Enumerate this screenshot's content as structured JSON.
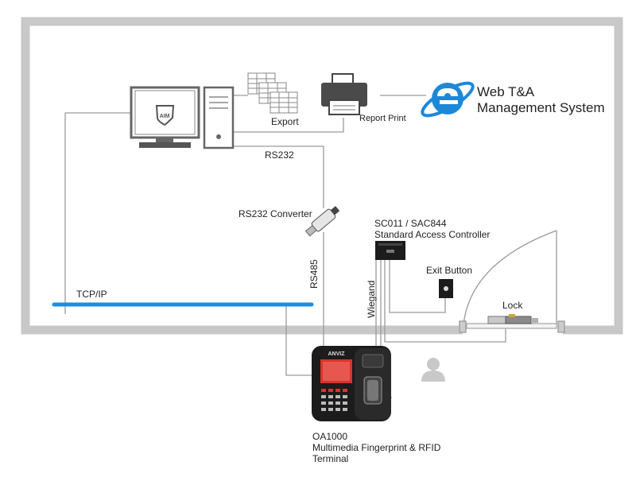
{
  "labels": {
    "export": "Export",
    "report_print": "Report Print",
    "web_title_line1": "Web T&A",
    "web_title_line2": "Management System",
    "rs232": "RS232",
    "rs232_converter": "RS232 Converter",
    "rs485": "RS485",
    "controller_line1": "SC011 / SAC844",
    "controller_line2": "Standard Access Controller",
    "exit_button": "Exit Button",
    "wiegand": "Wiegand",
    "lock": "Lock",
    "tcpip": "TCP/IP",
    "terminal_line1": "OA1000",
    "terminal_line2": "Multimedia Fingerprint & RFID",
    "terminal_line3": "Terminal",
    "monitor_logo": "AIM",
    "device_brand": "ANVIZ"
  },
  "colors": {
    "wall": "#c8c8c8",
    "cable": "#9a9a9a",
    "tcpip_bus": "#1a8fe0",
    "ie_blue": "#1e88d8",
    "device_dark": "#1c1c1c",
    "screen_red": "#d8342c"
  },
  "icons": [
    "computer-monitor-icon",
    "pc-tower-icon",
    "spreadsheet-icon",
    "printer-icon",
    "ie-logo-icon",
    "rs232-converter-icon",
    "access-controller-icon",
    "exit-button-icon",
    "door-icon",
    "lock-icon",
    "person-icon",
    "terminal-device-icon"
  ]
}
